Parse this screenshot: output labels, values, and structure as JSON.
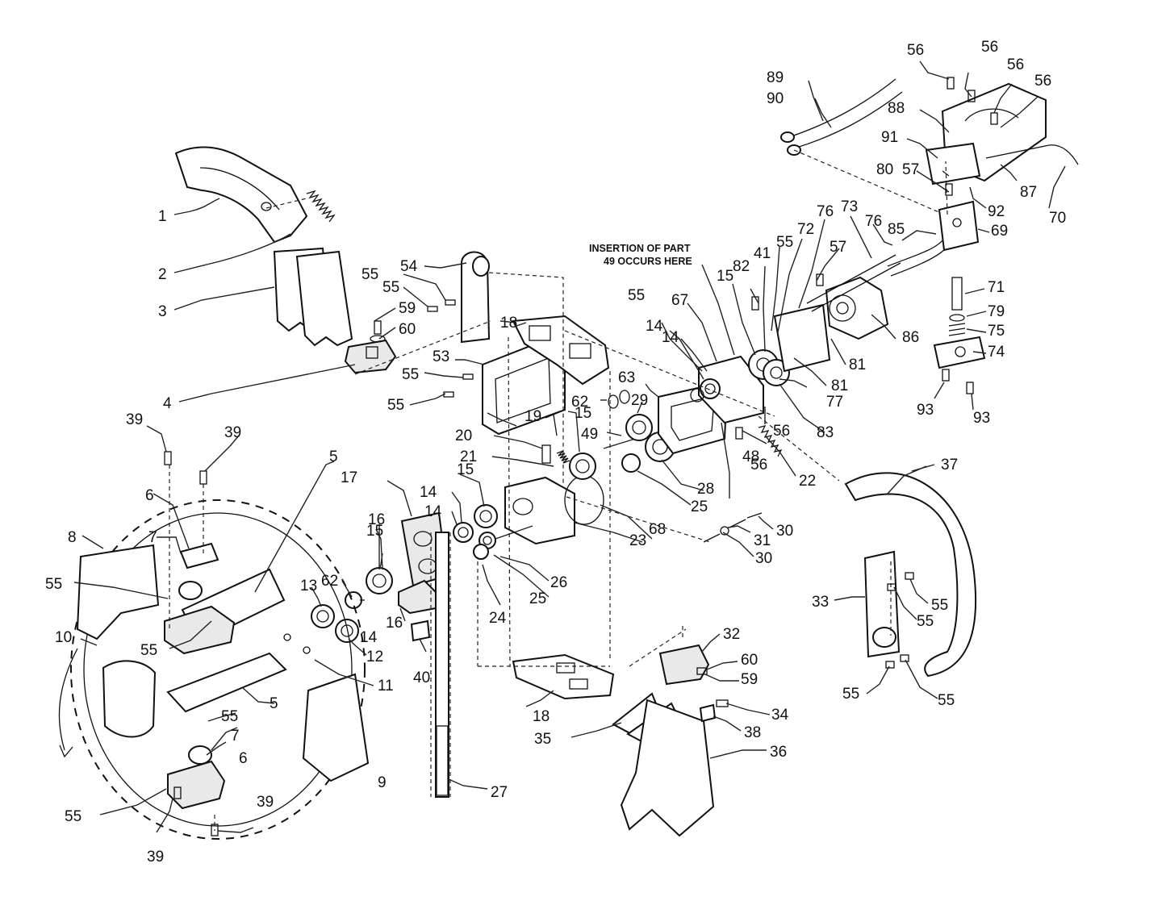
{
  "diagram": {
    "note_line1": "INSERTION OF PART",
    "note_line2": "49 OCCURS HERE",
    "labels": [
      {
        "id": "l1",
        "text": "1"
      },
      {
        "id": "l2",
        "text": "2"
      },
      {
        "id": "l3",
        "text": "3"
      },
      {
        "id": "l4",
        "text": "4"
      },
      {
        "id": "l5a",
        "text": "5"
      },
      {
        "id": "l5b",
        "text": "5"
      },
      {
        "id": "l6a",
        "text": "6"
      },
      {
        "id": "l6b",
        "text": "6"
      },
      {
        "id": "l7a",
        "text": "7"
      },
      {
        "id": "l7b",
        "text": "7"
      },
      {
        "id": "l8",
        "text": "8"
      },
      {
        "id": "l9",
        "text": "9"
      },
      {
        "id": "l10",
        "text": "10"
      },
      {
        "id": "l11",
        "text": "11"
      },
      {
        "id": "l12",
        "text": "12"
      },
      {
        "id": "l13",
        "text": "13"
      },
      {
        "id": "l14a",
        "text": "14"
      },
      {
        "id": "l14b",
        "text": "14"
      },
      {
        "id": "l14c",
        "text": "14"
      },
      {
        "id": "l14d",
        "text": "14"
      },
      {
        "id": "l14e",
        "text": "14"
      },
      {
        "id": "l15a",
        "text": "15"
      },
      {
        "id": "l15b",
        "text": "15"
      },
      {
        "id": "l15c",
        "text": "15"
      },
      {
        "id": "l15d",
        "text": "15"
      },
      {
        "id": "l16a",
        "text": "16"
      },
      {
        "id": "l16b",
        "text": "16"
      },
      {
        "id": "l17",
        "text": "17"
      },
      {
        "id": "l18a",
        "text": "18"
      },
      {
        "id": "l18b",
        "text": "18"
      },
      {
        "id": "l19",
        "text": "19"
      },
      {
        "id": "l20",
        "text": "20"
      },
      {
        "id": "l21",
        "text": "21"
      },
      {
        "id": "l22",
        "text": "22"
      },
      {
        "id": "l23",
        "text": "23"
      },
      {
        "id": "l24",
        "text": "24"
      },
      {
        "id": "l25a",
        "text": "25"
      },
      {
        "id": "l25b",
        "text": "25"
      },
      {
        "id": "l26",
        "text": "26"
      },
      {
        "id": "l27",
        "text": "27"
      },
      {
        "id": "l28",
        "text": "28"
      },
      {
        "id": "l29",
        "text": "29"
      },
      {
        "id": "l30a",
        "text": "30"
      },
      {
        "id": "l30b",
        "text": "30"
      },
      {
        "id": "l31",
        "text": "31"
      },
      {
        "id": "l32",
        "text": "32"
      },
      {
        "id": "l33",
        "text": "33"
      },
      {
        "id": "l34",
        "text": "34"
      },
      {
        "id": "l35",
        "text": "35"
      },
      {
        "id": "l36",
        "text": "36"
      },
      {
        "id": "l37",
        "text": "37"
      },
      {
        "id": "l38",
        "text": "38"
      },
      {
        "id": "l39a",
        "text": "39"
      },
      {
        "id": "l39b",
        "text": "39"
      },
      {
        "id": "l39c",
        "text": "39"
      },
      {
        "id": "l39d",
        "text": "39"
      },
      {
        "id": "l40",
        "text": "40"
      },
      {
        "id": "l41",
        "text": "41"
      },
      {
        "id": "l48",
        "text": "48"
      },
      {
        "id": "l49",
        "text": "49"
      },
      {
        "id": "l53",
        "text": "53"
      },
      {
        "id": "l54",
        "text": "54"
      },
      {
        "id": "l55a",
        "text": "55"
      },
      {
        "id": "l55b",
        "text": "55"
      },
      {
        "id": "l55c",
        "text": "55"
      },
      {
        "id": "l55d",
        "text": "55"
      },
      {
        "id": "l55e",
        "text": "55"
      },
      {
        "id": "l55f",
        "text": "55"
      },
      {
        "id": "l55g",
        "text": "55"
      },
      {
        "id": "l55h",
        "text": "55"
      },
      {
        "id": "l55i",
        "text": "55"
      },
      {
        "id": "l55j",
        "text": "55"
      },
      {
        "id": "l55k",
        "text": "55"
      },
      {
        "id": "l55l",
        "text": "55"
      },
      {
        "id": "l55m",
        "text": "55"
      },
      {
        "id": "l55n",
        "text": "55"
      },
      {
        "id": "l56a",
        "text": "56"
      },
      {
        "id": "l56b",
        "text": "56"
      },
      {
        "id": "l56c",
        "text": "56"
      },
      {
        "id": "l56d",
        "text": "56"
      },
      {
        "id": "l56e",
        "text": "56"
      },
      {
        "id": "l56f",
        "text": "56"
      },
      {
        "id": "l57a",
        "text": "57"
      },
      {
        "id": "l57b",
        "text": "57"
      },
      {
        "id": "l59a",
        "text": "59"
      },
      {
        "id": "l59b",
        "text": "59"
      },
      {
        "id": "l60a",
        "text": "60"
      },
      {
        "id": "l60b",
        "text": "60"
      },
      {
        "id": "l62a",
        "text": "62"
      },
      {
        "id": "l62b",
        "text": "62"
      },
      {
        "id": "l63",
        "text": "63"
      },
      {
        "id": "l67",
        "text": "67"
      },
      {
        "id": "l68",
        "text": "68"
      },
      {
        "id": "l69",
        "text": "69"
      },
      {
        "id": "l70",
        "text": "70"
      },
      {
        "id": "l71",
        "text": "71"
      },
      {
        "id": "l72",
        "text": "72"
      },
      {
        "id": "l73",
        "text": "73"
      },
      {
        "id": "l74",
        "text": "74"
      },
      {
        "id": "l75",
        "text": "75"
      },
      {
        "id": "l76a",
        "text": "76"
      },
      {
        "id": "l76b",
        "text": "76"
      },
      {
        "id": "l77",
        "text": "77"
      },
      {
        "id": "l79",
        "text": "79"
      },
      {
        "id": "l80",
        "text": "80"
      },
      {
        "id": "l81a",
        "text": "81"
      },
      {
        "id": "l81b",
        "text": "81"
      },
      {
        "id": "l82",
        "text": "82"
      },
      {
        "id": "l83",
        "text": "83"
      },
      {
        "id": "l85",
        "text": "85"
      },
      {
        "id": "l86",
        "text": "86"
      },
      {
        "id": "l87",
        "text": "87"
      },
      {
        "id": "l88",
        "text": "88"
      },
      {
        "id": "l89",
        "text": "89"
      },
      {
        "id": "l90",
        "text": "90"
      },
      {
        "id": "l91",
        "text": "91"
      },
      {
        "id": "l92",
        "text": "92"
      },
      {
        "id": "l93a",
        "text": "93"
      },
      {
        "id": "l93b",
        "text": "93"
      }
    ]
  }
}
